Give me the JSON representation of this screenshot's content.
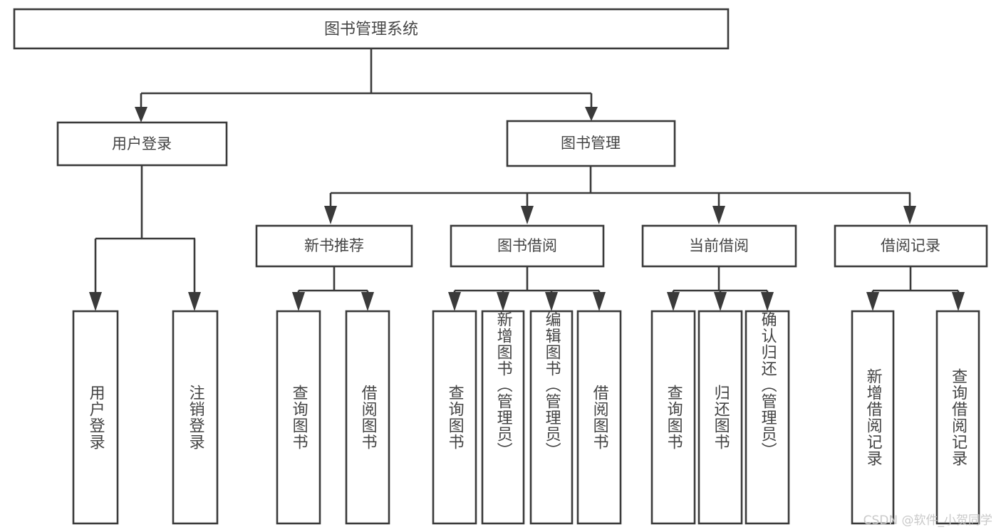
{
  "diagram": {
    "type": "tree",
    "title": "图书管理系统",
    "root": {
      "id": "root",
      "label": "图书管理系统"
    },
    "level2": [
      {
        "id": "user-login",
        "label": "用户登录"
      },
      {
        "id": "book-manage",
        "label": "图书管理"
      }
    ],
    "level3": [
      {
        "id": "new-book-rec",
        "label": "新书推荐"
      },
      {
        "id": "book-borrow",
        "label": "图书借阅"
      },
      {
        "id": "current-borrow",
        "label": "当前借阅"
      },
      {
        "id": "borrow-record",
        "label": "借阅记录"
      }
    ],
    "leaves": {
      "user_login": [
        {
          "id": "leaf-user-login",
          "label": "用户登录"
        },
        {
          "id": "leaf-logout-login",
          "label": "注销登录"
        }
      ],
      "new_book_rec": [
        {
          "id": "leaf-query-book-1",
          "label": "查询图书"
        },
        {
          "id": "leaf-borrow-book-1",
          "label": "借阅图书"
        }
      ],
      "book_borrow": [
        {
          "id": "leaf-query-book-2",
          "label": "查询图书"
        },
        {
          "id": "leaf-add-book",
          "label": "新增图书（管理员）"
        },
        {
          "id": "leaf-edit-book",
          "label": "编辑图书（管理员）"
        },
        {
          "id": "leaf-borrow-book-2",
          "label": "借阅图书"
        }
      ],
      "current_borrow": [
        {
          "id": "leaf-query-book-3",
          "label": "查询图书"
        },
        {
          "id": "leaf-return-book",
          "label": "归还图书"
        },
        {
          "id": "leaf-confirm-return",
          "label": "确认归还（管理员）"
        }
      ],
      "borrow_record": [
        {
          "id": "leaf-add-record",
          "label": "新增借阅记录"
        },
        {
          "id": "leaf-query-record",
          "label": "查询借阅记录"
        }
      ]
    },
    "watermark": "CSDN @软件_小贺同学",
    "colors": {
      "background": "#ffffff",
      "box_fill": "#ffffff",
      "stroke": "#3a3a3a",
      "text": "#444444",
      "watermark": "#c9c9c9"
    }
  }
}
